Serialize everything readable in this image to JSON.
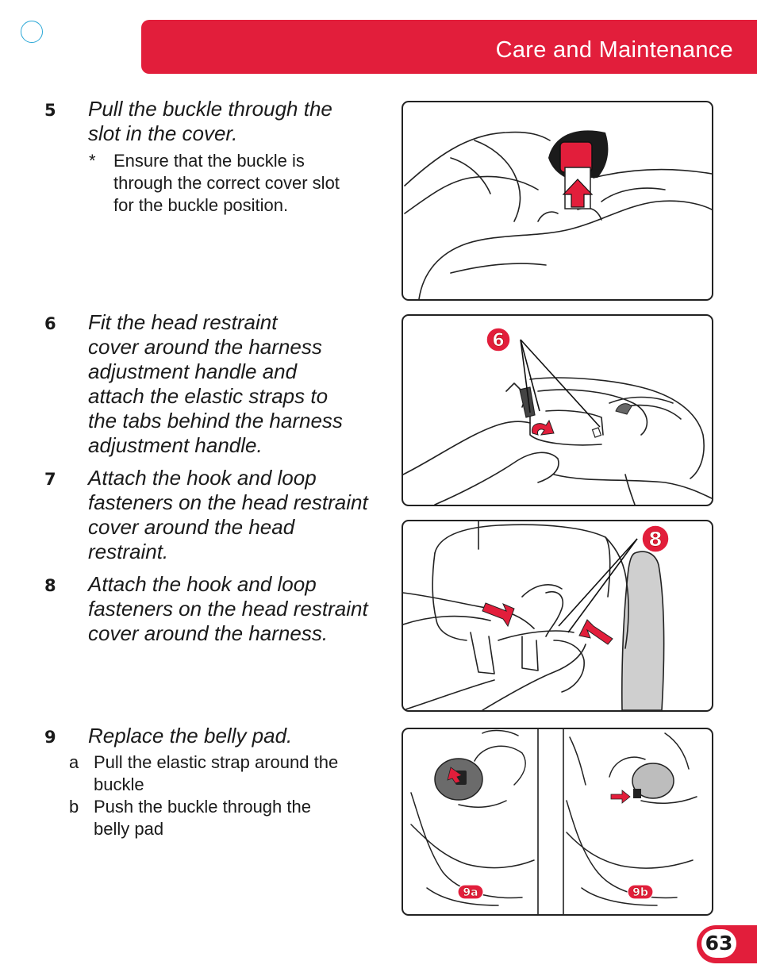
{
  "header": {
    "title": "Care and Maintenance"
  },
  "steps": [
    {
      "number": "5",
      "text_lines": [
        "Pull the buckle through the",
        "slot in the cover."
      ]
    },
    {
      "number": "6",
      "text_lines": [
        "Fit the head restraint",
        "cover around the harness",
        "adjustment handle and",
        "attach the elastic straps to",
        "the tabs behind the harness",
        "adjustment handle."
      ]
    },
    {
      "number": "7",
      "text_lines": [
        "Attach the hook and loop",
        "fasteners on the head restraint",
        "cover around the head",
        "restraint."
      ]
    },
    {
      "number": "8",
      "text_lines": [
        "Attach the hook and loop",
        "fasteners on the head restraint",
        "cover around the harness."
      ]
    },
    {
      "number": "9",
      "text_lines": [
        "Replace the belly pad."
      ]
    }
  ],
  "note5": {
    "mark": "*",
    "lines": [
      "Ensure that the buckle is",
      "through the correct cover slot",
      "for the buckle position."
    ]
  },
  "substeps9": [
    {
      "letter": "a",
      "lines": [
        "Pull the elastic strap around the",
        "buckle"
      ]
    },
    {
      "letter": "b",
      "lines": [
        "Push the buckle through the",
        "belly pad"
      ]
    }
  ],
  "figures": {
    "fig6_badge": "6",
    "fig8_badge": "8",
    "fig9a_badge": "9a",
    "fig9b_badge": "9b"
  },
  "page": {
    "number": "63"
  },
  "colors": {
    "accent_red": "#e21e3b",
    "registration_blue": "#2aa7d6",
    "line_dark": "#222222"
  }
}
